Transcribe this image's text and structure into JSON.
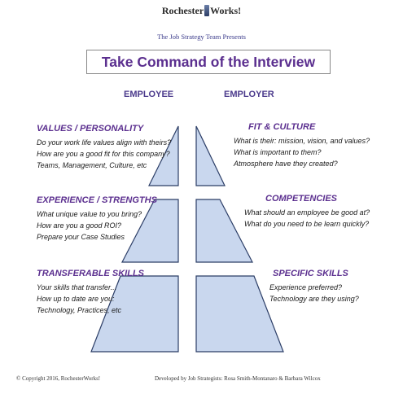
{
  "header": {
    "logo_left": "Rochester",
    "logo_right": "Works!",
    "presents": "The Job Strategy Team Presents",
    "title": "Take Command of the Interview"
  },
  "columns": {
    "left": "EMPLOYEE",
    "right": "EMPLOYER"
  },
  "employee": [
    {
      "heading": "VALUES / PERSONALITY",
      "items": [
        "Do your work life values align with theirs?",
        "How are you a good fit for this company?",
        "Teams, Management, Culture, etc"
      ]
    },
    {
      "heading": "EXPERIENCE / STRENGTHS",
      "items": [
        "What unique value to you bring?",
        "How are you a good ROI?",
        "Prepare your Case Studies"
      ]
    },
    {
      "heading": "TRANSFERABLE SKILLS",
      "items": [
        "Your skills that transfer...",
        "How up to date are you:",
        "Technology, Practices, etc"
      ]
    }
  ],
  "employer": [
    {
      "heading": "FIT & CULTURE",
      "items": [
        "What is their: mission, vision, and values?",
        "What is important to them?",
        "Atmosphere have they created?"
      ]
    },
    {
      "heading": "COMPETENCIES",
      "items": [
        "What should an employee be good at?",
        "What do you need to be learn quickly?"
      ]
    },
    {
      "heading": "SPECIFIC SKILLS",
      "items": [
        "Experience preferred?",
        "Technology are they using?"
      ]
    }
  ],
  "footer": {
    "copyright": "© Copyright 2016, RochesterWorks!",
    "developed_by": "Developed by Job Strategists: Rosa Smith-Montanaro & Barbara Wilcox"
  },
  "colors": {
    "heading": "#5b2f8f",
    "pyramid_fill": "#c9d7ee",
    "pyramid_stroke": "#2b3d66"
  }
}
